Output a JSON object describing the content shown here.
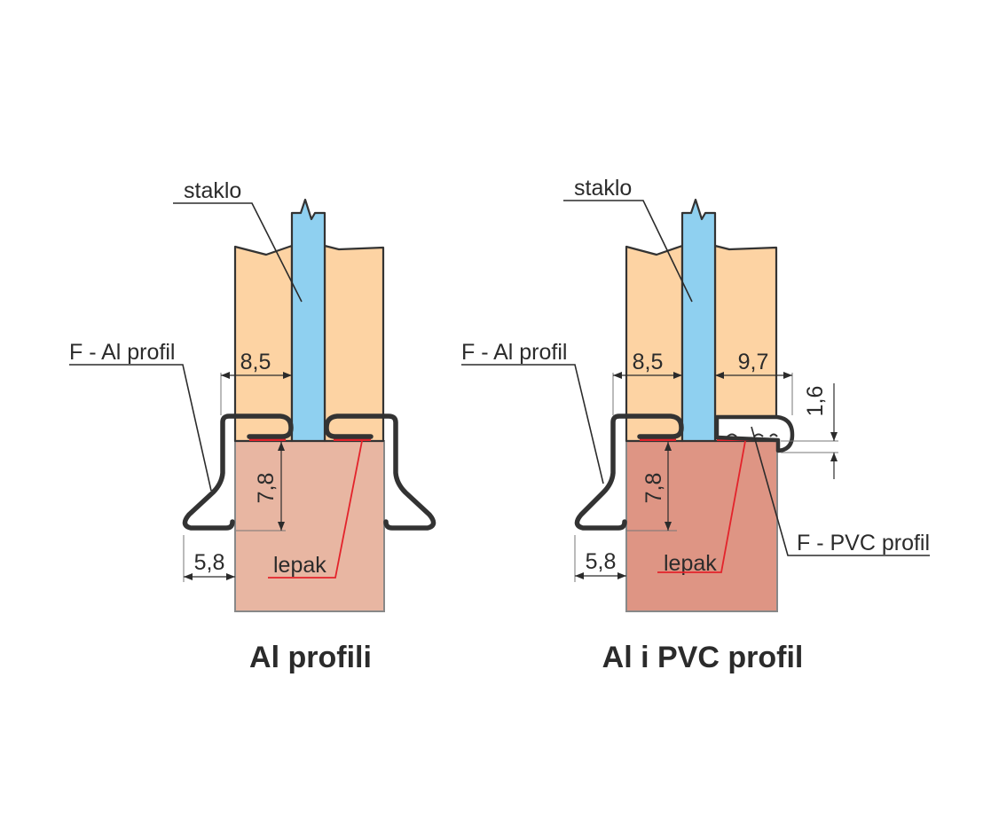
{
  "colors": {
    "glass": "#8fd0f0",
    "frame": "#fdd3a3",
    "base_left": "#e8b6a2",
    "base_right": "#de9584",
    "adhesive": "#e3232b",
    "line": "#333333"
  },
  "left": {
    "title": "Al profili",
    "labels": {
      "glass": "staklo",
      "al_profile": "F - Al profil",
      "adhesive": "lepak"
    },
    "dimensions": {
      "frame_to_glass": "8,5",
      "base_height": "7,8",
      "profile_overhang": "5,8"
    }
  },
  "right": {
    "title": "Al i PVC profil",
    "labels": {
      "glass": "staklo",
      "al_profile": "F - Al profil",
      "pvc_profile": "F - PVC profil",
      "adhesive": "lepak"
    },
    "dimensions": {
      "frame_to_glass": "8,5",
      "glass_to_edge": "9,7",
      "pvc_thickness": "1,6",
      "base_height": "7,8",
      "profile_overhang": "5,8"
    }
  }
}
